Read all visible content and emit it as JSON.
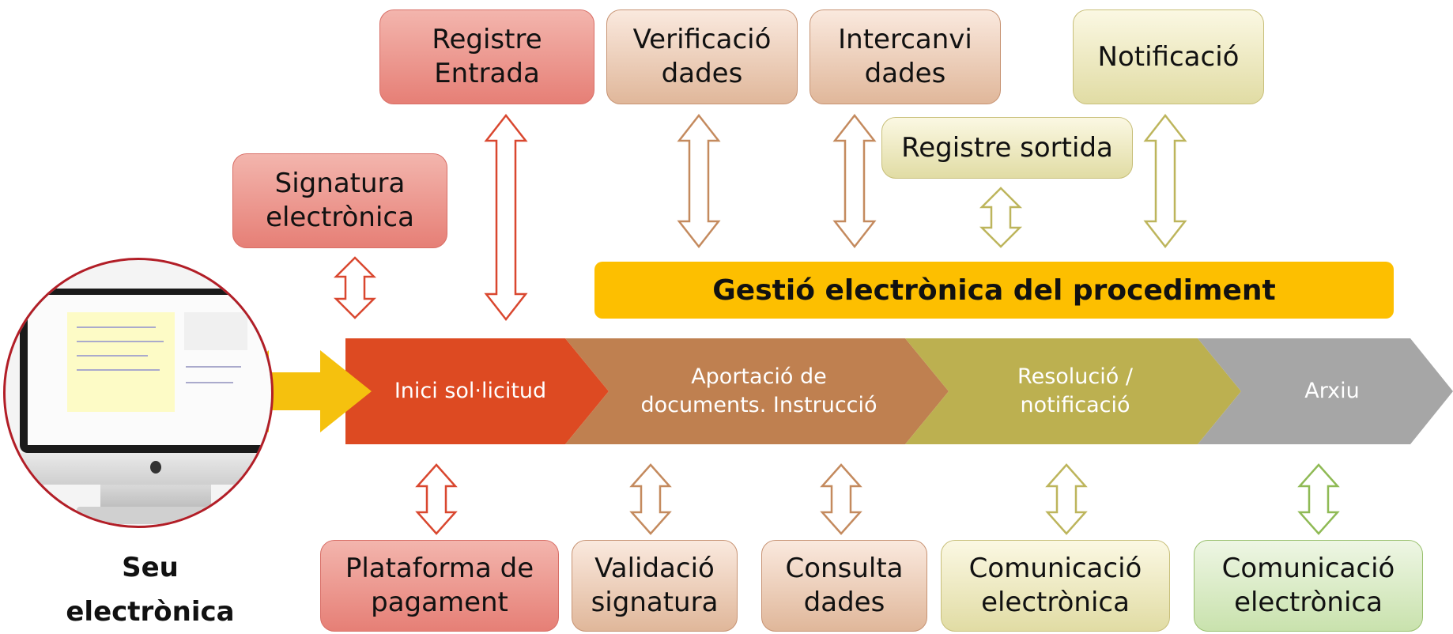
{
  "banner": "Gestió electrònica del procediment",
  "top_boxes": [
    {
      "id": "registre-entrada",
      "text": "Registre\nEntrada"
    },
    {
      "id": "verificacio-dades",
      "text": "Verificació\ndades"
    },
    {
      "id": "intercanvi-dades",
      "text": "Intercanvi\ndades"
    },
    {
      "id": "notificacio",
      "text": "Notificació"
    },
    {
      "id": "registre-sortida",
      "text": "Registre sortida"
    },
    {
      "id": "signatura-electronica",
      "text": "Signatura\nelectrònica"
    }
  ],
  "bottom_boxes": [
    {
      "id": "plataforma-pagament",
      "text": "Plataforma de\npagament"
    },
    {
      "id": "validacio-signatura",
      "text": "Validació\nsignatura"
    },
    {
      "id": "consulta-dades",
      "text": "Consulta\ndades"
    },
    {
      "id": "comunicacio-electronica-1",
      "text": "Comunicació\nelectrònica"
    },
    {
      "id": "comunicacio-electronica-2",
      "text": "Comunicació\nelectrònica"
    }
  ],
  "stages": [
    {
      "id": "inici",
      "text": "Inici sol·licitud",
      "color": "#dd4a22"
    },
    {
      "id": "aportacio",
      "text": "Aportació de\ndocuments. Instrucció",
      "color": "#bf8050"
    },
    {
      "id": "resolucio",
      "text": "Resolució /\nnotificació",
      "color": "#bcb050"
    },
    {
      "id": "arxiu",
      "text": "Arxiu",
      "color": "#a6a6a6"
    }
  ],
  "site_label": "Seu\nelectrònica",
  "colors": {
    "banner": "#fdbf00",
    "link_arrow": "#f5c10e",
    "red_outline": "#d9472f",
    "brown_outline": "#c48a5e",
    "olive_outline": "#bdb55c",
    "green_outline": "#8fba55"
  }
}
